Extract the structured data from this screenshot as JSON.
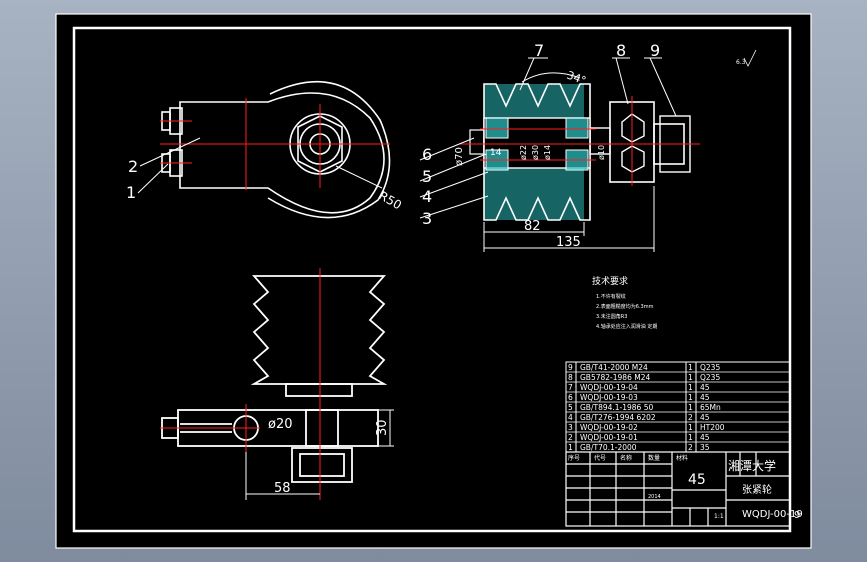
{
  "drawing": {
    "callouts": [
      "1",
      "2",
      "3",
      "4",
      "5",
      "6",
      "7",
      "8",
      "9"
    ],
    "front_view": {
      "radius_label": "R50"
    },
    "section_view": {
      "dims": [
        "82",
        "135",
        "ø70",
        "ø22",
        "ø30",
        "ø14",
        "ø10",
        "14",
        "34°"
      ],
      "roughness": "6.3"
    },
    "bottom_view": {
      "dims": [
        "ø20",
        "30",
        "58"
      ]
    },
    "notes": {
      "title": "技术要求",
      "lines": [
        "1.不许有裂纹",
        "2.表面粗糙度均为6.3mm",
        "3.未注圆角R3",
        "4.轴承处应注入润滑油  定期"
      ]
    },
    "bom": [
      {
        "no": "9",
        "code": "GB/T41-2000 M24",
        "qty": "1",
        "mat": "Q235"
      },
      {
        "no": "8",
        "code": "GB5782-1986 M24",
        "qty": "1",
        "mat": "Q235"
      },
      {
        "no": "7",
        "code": "WQDJ-00-19-04",
        "qty": "1",
        "mat": "45"
      },
      {
        "no": "6",
        "code": "WQDJ-00-19-03",
        "qty": "1",
        "mat": "45"
      },
      {
        "no": "5",
        "code": "GB/T894.1-1986 50",
        "qty": "1",
        "mat": "65Mn"
      },
      {
        "no": "4",
        "code": "GB/T276-1994 6202",
        "qty": "2",
        "mat": "45"
      },
      {
        "no": "3",
        "code": "WQDJ-00-19-02",
        "qty": "1",
        "mat": "HT200"
      },
      {
        "no": "2",
        "code": "WQDJ-00-19-01",
        "qty": "1",
        "mat": "45"
      },
      {
        "no": "1",
        "code": "GB/T70.1-2000",
        "qty": "2",
        "mat": "35"
      }
    ],
    "bom_header": [
      "序号",
      "代号",
      "名称",
      "数量",
      "材料"
    ],
    "title_block": {
      "material": "45",
      "school": "湘潭大学",
      "name": "张紧轮",
      "drawing_no": "WQDJ-00-19",
      "scale": "1:1",
      "year": "2014",
      "sheet_mark": "9"
    }
  },
  "colors": {
    "background": "#000000",
    "lines": "#ffffff",
    "centerline": "#ff2020",
    "hatch": "#2ec8c8"
  }
}
